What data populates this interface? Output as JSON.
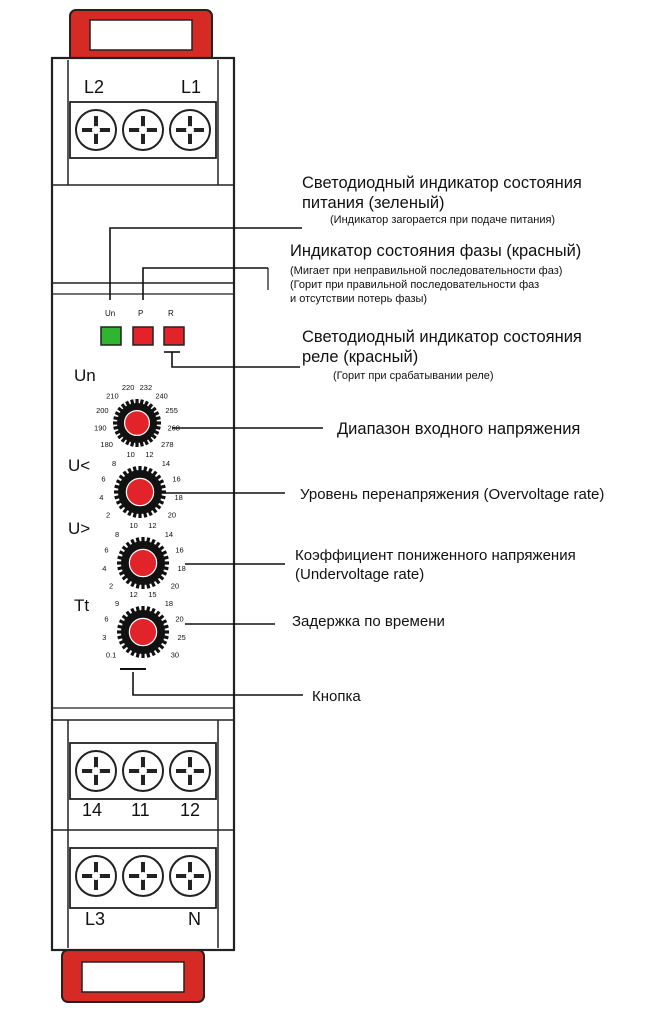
{
  "terminals": {
    "top": [
      "L2",
      "L1"
    ],
    "mid": [
      "14",
      "11",
      "12"
    ],
    "bottom": [
      "L3",
      "N"
    ]
  },
  "leds": [
    {
      "label": "Un",
      "color": "#2fb52f"
    },
    {
      "label": "P",
      "color": "#e2232a"
    },
    {
      "label": "R",
      "color": "#e2232a"
    }
  ],
  "knobs": {
    "un": {
      "title": "Un",
      "scale": [
        "180",
        "190",
        "200",
        "210",
        "220",
        "232",
        "240",
        "255",
        "268",
        "278"
      ]
    },
    "uover": {
      "title": "U<",
      "scale": [
        "2",
        "4",
        "6",
        "8",
        "10",
        "12",
        "14",
        "16",
        "18",
        "20"
      ]
    },
    "uunder": {
      "title": "U>",
      "scale": [
        "2",
        "4",
        "6",
        "8",
        "10",
        "12",
        "14",
        "16",
        "18",
        "20"
      ]
    },
    "tt": {
      "title": "Tt",
      "scale": [
        "0.1",
        "3",
        "6",
        "9",
        "12",
        "15",
        "18",
        "20",
        "25",
        "30"
      ]
    }
  },
  "callouts": {
    "power": {
      "title1": "Светодиодный индикатор состояния",
      "title2": "питания (зеленый)",
      "note1": "(Индикатор загорается при подаче питания)"
    },
    "phase": {
      "title1": "Индикатор состояния фазы (красный)",
      "note1": "(Мигает при неправильной последовательности фаз)",
      "note2": "(Горит при правильной последовательности фаз",
      "note3": "и отсутствии потерь фазы)"
    },
    "relay": {
      "title1": "Светодиодный индикатор состояния",
      "title2": "реле (красный)",
      "note1": "(Горит при срабатывании реле)"
    },
    "range": "Диапазон входного напряжения",
    "overvoltage": "Уровень перенапряжения (Overvoltage rate)",
    "undervoltage1": "Коэффициент пониженного напряжения",
    "undervoltage2": "(Undervoltage rate)",
    "delay": "Задержка по времени",
    "button": "Кнопка"
  }
}
